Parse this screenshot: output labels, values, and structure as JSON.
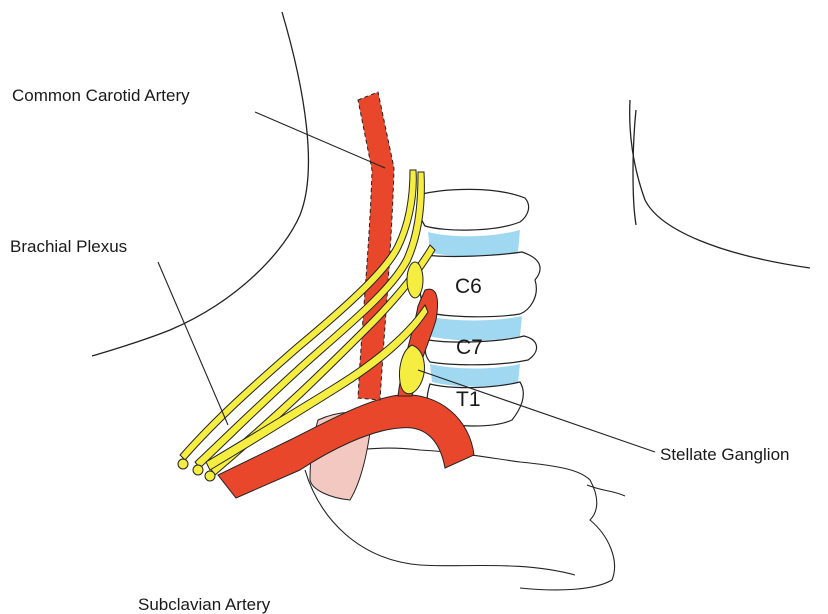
{
  "labels": {
    "common_carotid_artery": "Common Carotid Artery",
    "brachial_plexus": "Brachial Plexus",
    "stellate_ganglion": "Stellate Ganglion",
    "subclavian_artery": "Subclavian Artery"
  },
  "vertebrae": {
    "c6": "C6",
    "c7": "C7",
    "t1": "T1"
  },
  "colors": {
    "artery": "#e8472c",
    "nerve": "#f5ee40",
    "disc": "#9fd8f0",
    "outline": "#222222",
    "muscle": "#f3c8c0"
  }
}
